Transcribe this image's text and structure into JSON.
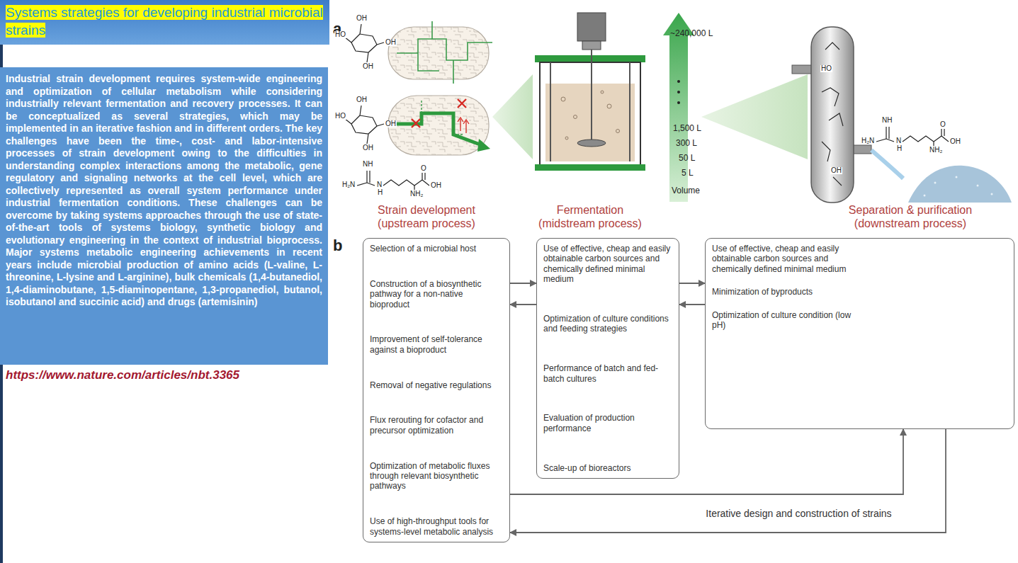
{
  "diagram": {
    "title": "Systems strategies for developing industrial microbial strains",
    "nodes": [
      {
        "text": [
          "Industrial strain development requires system-wide engineering and optimization of cellular metabolism while considering industrially relevant fermentation and recovery processes. It can be conceptualized as several strategies, which may be implemented in an iterative fashion and in different orders. The key challenges have been the time-, cost- and labor-intensive processes of strain development owing to the difficulties in understanding complex interactions among the metabolic, gene regulatory and signaling networks at the cell level, which are collectively represented as overall system performance under industrial fermentation conditions. These challenges can be overcome by taking systems approaches through the use of state-of-the-art tools of systems biology, synthetic biology and evolutionary engineering in the context of industrial bioprocess. Major systems metabolic engineering achievements in recent years include microbial production of amino acids (L-valine, L-threonine, L-lysine and L-arginine), bulk chemicals (1,4-butanediol, 1,4-diaminobutane, 1,5-diaminopentane, 1,3-propanediol, butanol, isobutanol and succinic acid) and drugs (artemisinin)"
        ]
      },
      {
        "text": [
          "Selection of a microbial host",
          "Construction of a biosynthetic pathway for a non-native bioproduct",
          "Improvement of self-tolerance against a bioproduct",
          "Removal of negative regulations",
          "Flux rerouting for cofactor and precursor optimization",
          "Optimization of metabolic fluxes through relevant biosynthetic pathways",
          "Use of high-throughput tools for systems-level metabolic analysis"
        ]
      },
      {
        "text": [
          "Use of effective, cheap and easily obtainable carbon sources and chemically defined minimal medium",
          "Optimization of culture conditions and feeding strategies",
          "Performance of batch and fed-batch cultures",
          "Evaluation of production performance",
          "Scale-up of bioreactors"
        ]
      },
      {
        "text": [
          "Use of effective, cheap and easily obtainable carbon sources and chemically defined minimal medium",
          "Minimization of byproducts",
          "Optimization of culture condition (low pH)"
        ]
      }
    ],
    "edges": [
      {
        "from": 1,
        "to": 2,
        "arrow": "to"
      },
      {
        "from": 2,
        "to": 1,
        "arrow": "to"
      },
      {
        "from": 2,
        "to": 3,
        "arrow": "to"
      },
      {
        "from": 3,
        "to": 2,
        "arrow": "to"
      },
      {
        "from": 1,
        "to": 3,
        "arrow": "to"
      },
      {
        "from": 3,
        "to": 1,
        "label": "Iterative design and construction of strains",
        "arrow": "to"
      }
    ],
    "labels": [
      "https://www.nature.com/articles/nbt.3365",
      "a",
      "b",
      "~240,000 L",
      "1,500 L",
      "300 L",
      "50 L",
      "5 L",
      "Volume",
      "Strain development",
      "(upstream process)",
      "Fermentation",
      "(midstream process)",
      "Separation & purification",
      "(downstream process)",
      "OH",
      "HO",
      "OH",
      "OH",
      "OH",
      "HO",
      "OH",
      "OH",
      "NH",
      "H₂N",
      "N",
      "H",
      "O",
      "OH",
      "NH₂",
      "HO",
      "OH",
      "NH",
      "H₂N",
      "N",
      "H",
      "O",
      "OH",
      "NH₂"
    ]
  }
}
